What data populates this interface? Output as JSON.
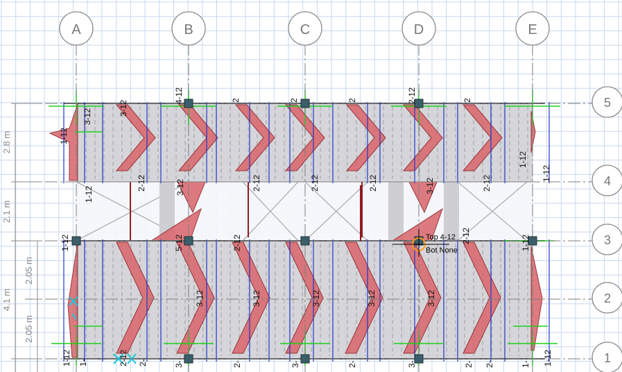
{
  "grid_x_labels": [
    "A",
    "B",
    "C",
    "D",
    "E"
  ],
  "grid_y_labels": [
    "5",
    "4",
    "3",
    "2",
    "1"
  ],
  "dimensions_left": {
    "outer": [
      "2.8 m",
      "2.1 m",
      "4.1 m"
    ],
    "inner": [
      "2.05 m",
      "2.05 m"
    ]
  },
  "rebar_labels": {
    "top_row": [
      "1-12",
      "3-12",
      "4-12",
      "2",
      "2",
      "2",
      "2-12",
      "2"
    ],
    "row_5_4": [
      "3-12",
      "1-12",
      "2-12",
      "3-12",
      "2-12",
      "2-12",
      "2-12",
      "3-12",
      "2-12",
      "1-12",
      "1-12"
    ],
    "row_3": [
      "1-12",
      "5-12",
      "2-12",
      "2-12",
      "1-12"
    ],
    "row_3_2": [
      "3-12",
      "3-12",
      "3-12",
      "3-12",
      "3-12"
    ],
    "bottom_row": [
      "1-12",
      "1-",
      "2-12",
      "2-",
      "3-",
      "2-",
      "3-",
      "2-",
      "3-",
      "2-",
      "2-",
      "1-",
      "1-12"
    ]
  },
  "tooltip": {
    "top": "Top 4-12",
    "bottom": "Bot None"
  },
  "colors": {
    "grid_minor": "#c7d8ef",
    "grid_major": "#9fbbe2",
    "moment_fill": "#d9696f",
    "moment_edge": "#8e1c22",
    "slab_gray": "#cfcfd3",
    "beam_blue": "#1f35c9",
    "green": "#19d219",
    "column": "#3a5f6b"
  }
}
